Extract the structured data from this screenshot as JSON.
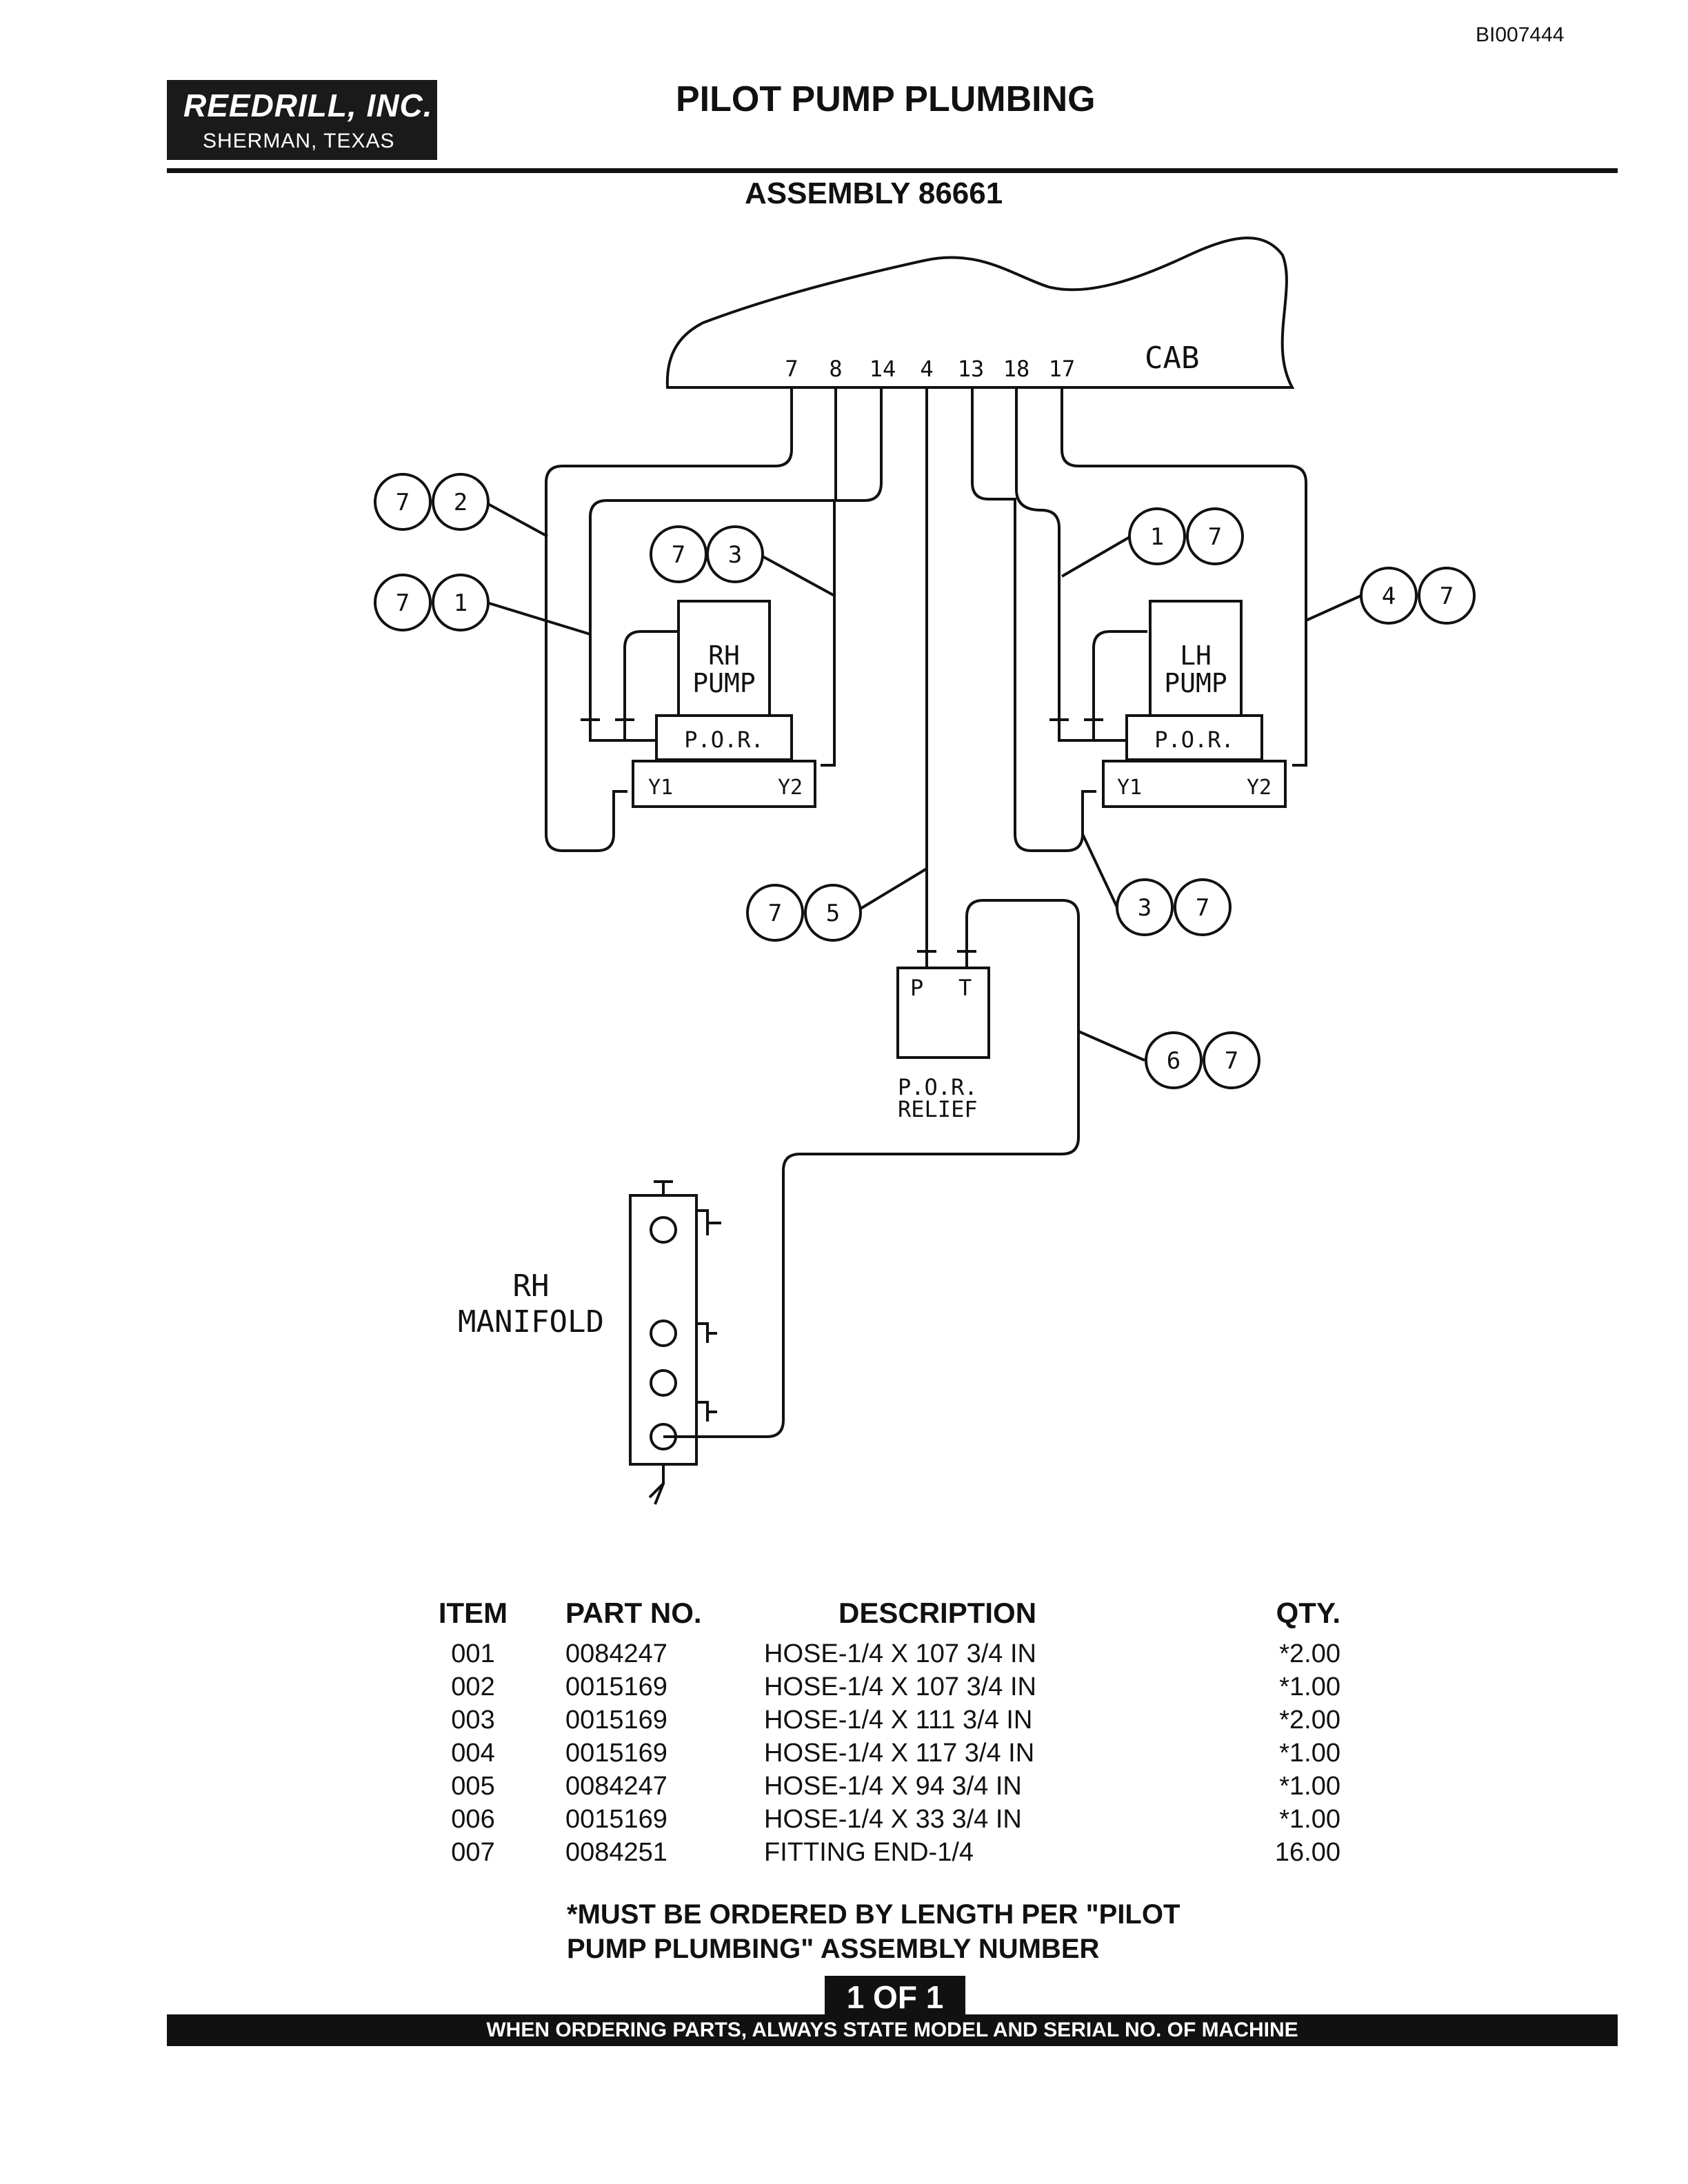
{
  "document_id": "BI007444",
  "company": {
    "name": "REEDRILL, INC.",
    "location": "SHERMAN, TEXAS"
  },
  "title": "PILOT PUMP PLUMBING",
  "assembly": "ASSEMBLY 86661",
  "diagram": {
    "cab_label": "CAB",
    "cab_ports": [
      "7",
      "8",
      "14",
      "4",
      "13",
      "18",
      "17"
    ],
    "rh_pump": [
      "RH",
      "PUMP"
    ],
    "lh_pump": [
      "LH",
      "PUMP"
    ],
    "por": "P.O.R.",
    "y1": "Y1",
    "y2": "Y2",
    "relief_ports": [
      "P",
      "T"
    ],
    "relief_label": [
      "P.O.R.",
      "RELIEF"
    ],
    "manifold_label": [
      "RH",
      "MANIFOLD"
    ],
    "callouts": [
      {
        "id": "c72",
        "a": "7",
        "b": "2"
      },
      {
        "id": "c71",
        "a": "7",
        "b": "1"
      },
      {
        "id": "c73",
        "a": "7",
        "b": "3"
      },
      {
        "id": "c17",
        "a": "1",
        "b": "7"
      },
      {
        "id": "c47",
        "a": "4",
        "b": "7"
      },
      {
        "id": "c75",
        "a": "7",
        "b": "5"
      },
      {
        "id": "c37",
        "a": "3",
        "b": "7"
      },
      {
        "id": "c67",
        "a": "6",
        "b": "7"
      }
    ]
  },
  "parts_table": {
    "headers": {
      "item": "ITEM",
      "part": "PART NO.",
      "desc": "DESCRIPTION",
      "qty": "QTY."
    },
    "rows": [
      {
        "item": "001",
        "part": "0084247",
        "desc": "HOSE-1/4 X 107 3/4 IN",
        "qty": "*2.00"
      },
      {
        "item": "002",
        "part": "0015169",
        "desc": "HOSE-1/4 X 107 3/4 IN",
        "qty": "*1.00"
      },
      {
        "item": "003",
        "part": "0015169",
        "desc": "HOSE-1/4 X 111 3/4 IN",
        "qty": "*2.00"
      },
      {
        "item": "004",
        "part": "0015169",
        "desc": "HOSE-1/4 X 117 3/4 IN",
        "qty": "*1.00"
      },
      {
        "item": "005",
        "part": "0084247",
        "desc": "HOSE-1/4 X 94 3/4 IN",
        "qty": "*1.00"
      },
      {
        "item": "006",
        "part": "0015169",
        "desc": "HOSE-1/4 X 33 3/4 IN",
        "qty": "*1.00"
      },
      {
        "item": "007",
        "part": "0084251",
        "desc": "FITTING END-1/4",
        "qty": "16.00"
      }
    ]
  },
  "note": [
    "*MUST BE ORDERED BY LENGTH PER \"PILOT",
    "PUMP PLUMBING\" ASSEMBLY NUMBER"
  ],
  "page_indicator": "1 OF 1",
  "footer": "WHEN ORDERING PARTS, ALWAYS STATE MODEL AND SERIAL NO. OF MACHINE"
}
